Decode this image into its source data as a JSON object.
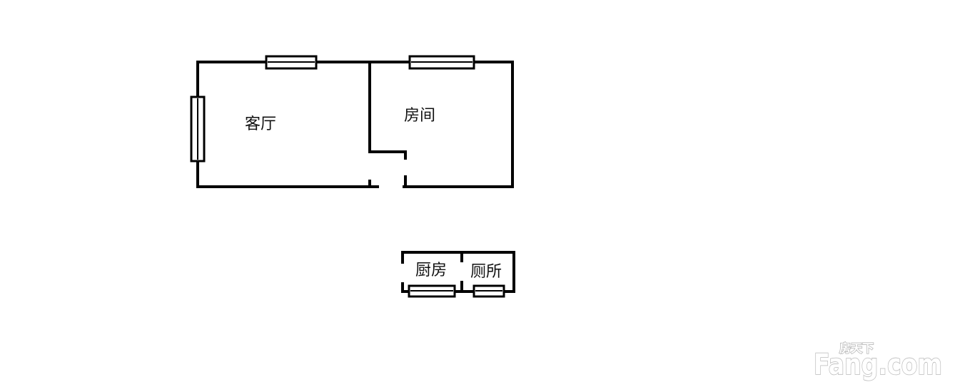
{
  "rooms": {
    "living_room": "客厅",
    "bedroom": "房间",
    "kitchen": "厨房",
    "toilet": "厕所"
  },
  "watermark": {
    "brand": "Fang.com",
    "chinese": "房天下"
  },
  "colors": {
    "wall": "#000000",
    "background": "#ffffff",
    "watermark_outline": "#b9b9b9"
  }
}
